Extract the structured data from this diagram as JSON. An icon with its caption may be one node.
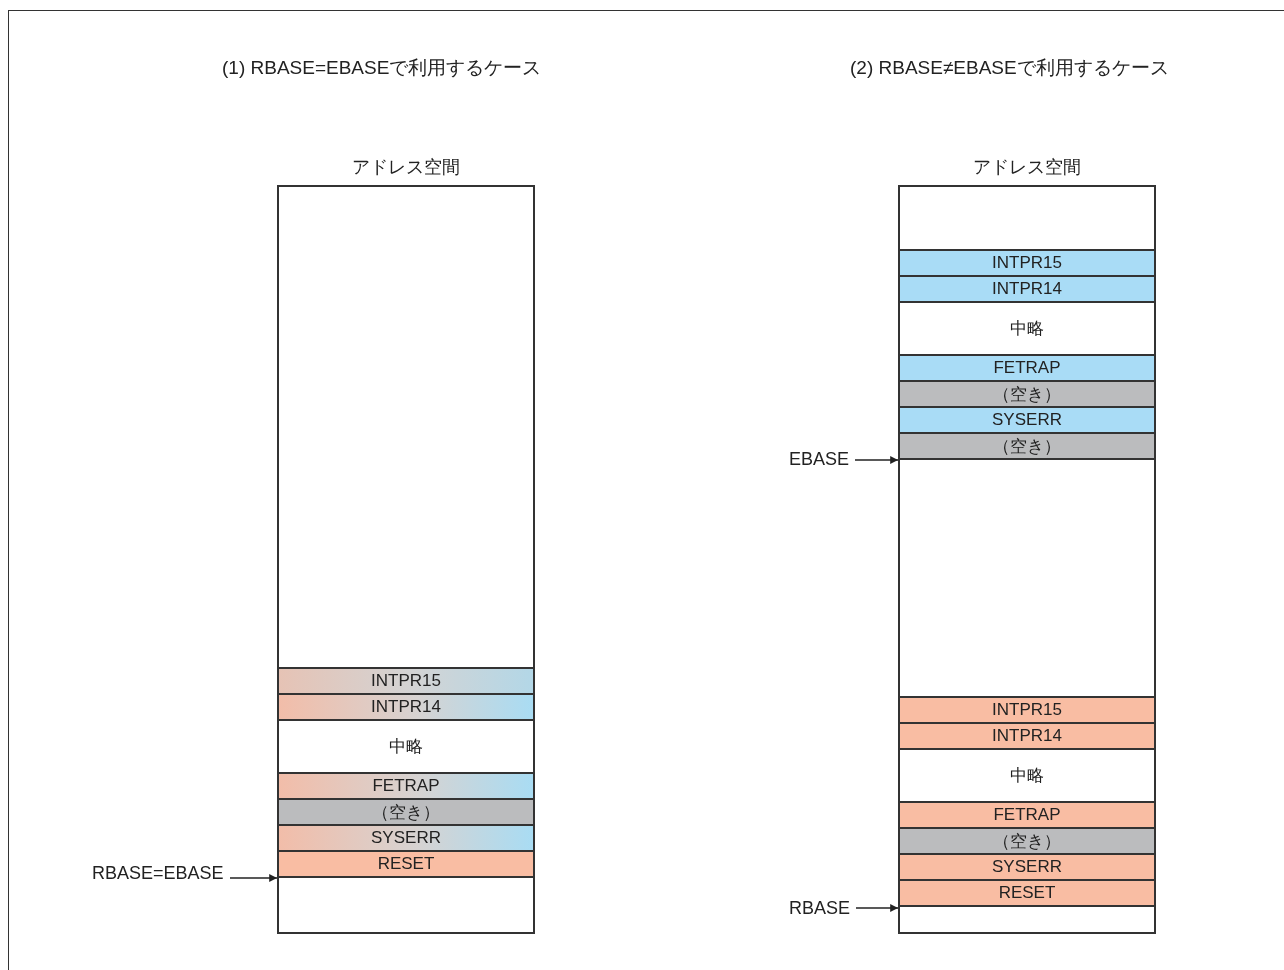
{
  "diagram": {
    "nodes": [
      {
        "text": [
          "アドレス空間"
        ]
      },
      {
        "text": [
          "INTPR15"
        ],
        "in": 0
      },
      {
        "text": [
          "INTPR14"
        ],
        "in": 0
      },
      {
        "text": [
          "中略"
        ],
        "in": 0
      },
      {
        "text": [
          "FETRAP"
        ],
        "in": 0
      },
      {
        "text": [
          "（空き）"
        ],
        "in": 0
      },
      {
        "text": [
          "SYSERR"
        ],
        "in": 0
      },
      {
        "text": [
          "RESET"
        ],
        "in": 0
      },
      {
        "text": [
          "RBASE=EBASE"
        ]
      },
      {
        "text": [
          "アドレス空間"
        ]
      },
      {
        "text": [
          "INTPR15"
        ],
        "in": 9
      },
      {
        "text": [
          "INTPR14"
        ],
        "in": 9
      },
      {
        "text": [
          "中略"
        ],
        "in": 9
      },
      {
        "text": [
          "FETRAP"
        ],
        "in": 9
      },
      {
        "text": [
          "（空き）"
        ],
        "in": 9
      },
      {
        "text": [
          "SYSERR"
        ],
        "in": 9
      },
      {
        "text": [
          "（空き）"
        ],
        "in": 9
      },
      {
        "text": [
          "EBASE"
        ]
      },
      {
        "text": [
          "INTPR15"
        ],
        "in": 9
      },
      {
        "text": [
          "INTPR14"
        ],
        "in": 9
      },
      {
        "text": [
          "中略"
        ],
        "in": 9
      },
      {
        "text": [
          "FETRAP"
        ],
        "in": 9
      },
      {
        "text": [
          "（空き）"
        ],
        "in": 9
      },
      {
        "text": [
          "SYSERR"
        ],
        "in": 9
      },
      {
        "text": [
          "RESET"
        ],
        "in": 9
      },
      {
        "text": [
          "RBASE"
        ]
      }
    ],
    "edges": [
      {
        "from": 8,
        "to": 0,
        "arrow": "to"
      },
      {
        "from": 17,
        "to": 9,
        "arrow": "to"
      },
      {
        "from": 25,
        "to": 9,
        "arrow": "to"
      }
    ],
    "labels": [
      "(1) RBASE=EBASEで利用するケース",
      "(2) RBASE≠EBASEで利用するケース"
    ]
  }
}
